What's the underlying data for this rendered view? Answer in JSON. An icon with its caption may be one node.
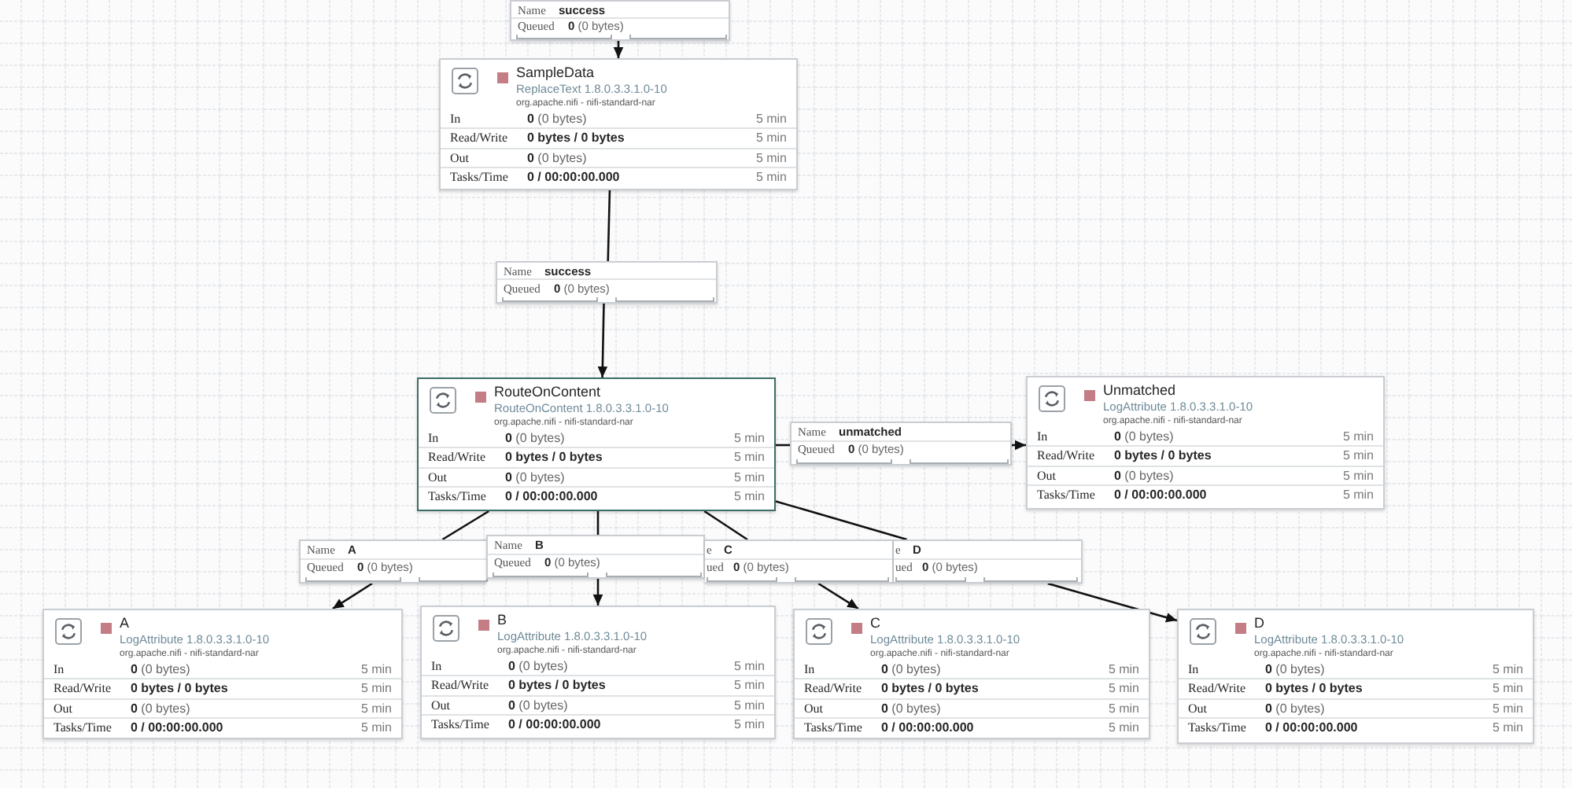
{
  "diagram": {
    "nodes": [
      {
        "text": [
          "Name",
          "success",
          "Queued",
          "**0** (0 bytes)"
        ]
      },
      {
        "text": [
          "SampleData",
          "ReplaceText 1.8.0.3.3.1.0-10",
          "org.apache.nifi - nifi-standard-nar",
          "In",
          "**0** (0 bytes)",
          "5 min",
          "Read/Write",
          "0 bytes / 0 bytes",
          "5 min",
          "Out",
          "**0** (0 bytes)",
          "5 min",
          "Tasks/Time",
          "0 / 00:00:00.000",
          "5 min"
        ]
      },
      {
        "text": [
          "Name",
          "success",
          "Queued",
          "**0** (0 bytes)"
        ]
      },
      {
        "text": [
          "RouteOnContent",
          "RouteOnContent 1.8.0.3.3.1.0-10",
          "org.apache.nifi - nifi-standard-nar",
          "In",
          "**0** (0 bytes)",
          "5 min",
          "Read/Write",
          "0 bytes / 0 bytes",
          "5 min",
          "Out",
          "**0** (0 bytes)",
          "5 min",
          "Tasks/Time",
          "0 / 00:00:00.000",
          "5 min"
        ]
      },
      {
        "text": [
          "Name",
          "unmatched",
          "Queued",
          "**0** (0 bytes)"
        ]
      },
      {
        "text": [
          "Unmatched",
          "LogAttribute 1.8.0.3.3.1.0-10",
          "org.apache.nifi - nifi-standard-nar",
          "In",
          "**0** (0 bytes)",
          "5 min",
          "Read/Write",
          "0 bytes / 0 bytes",
          "5 min",
          "Out",
          "**0** (0 bytes)",
          "5 min",
          "Tasks/Time",
          "0 / 00:00:00.000",
          "5 min"
        ]
      },
      {
        "text": [
          "Name",
          "A",
          "Queued",
          "**0** (0 bytes)"
        ]
      },
      {
        "text": [
          "Name",
          "B",
          "Queued",
          "**0** (0 bytes)"
        ]
      },
      {
        "text": [
          "e",
          "C",
          "ued",
          "**0** (0 bytes)"
        ]
      },
      {
        "text": [
          "e",
          "D",
          "ued",
          "**0** (0 bytes)"
        ]
      },
      {
        "text": [
          "A",
          "LogAttribute 1.8.0.3.3.1.0-10",
          "org.apache.nifi - nifi-standard-nar",
          "In",
          "**0** (0 bytes)",
          "5 min",
          "Read/Write",
          "0 bytes / 0 bytes",
          "5 min",
          "Out",
          "**0** (0 bytes)",
          "5 min",
          "Tasks/Time",
          "0 / 00:00:00.000",
          "5 min"
        ]
      },
      {
        "text": [
          "B",
          "LogAttribute 1.8.0.3.3.1.0-10",
          "org.apache.nifi - nifi-standard-nar",
          "In",
          "**0** (0 bytes)",
          "5 min",
          "Read/Write",
          "0 bytes / 0 bytes",
          "5 min",
          "Out",
          "**0** (0 bytes)",
          "5 min",
          "Tasks/Time",
          "0 / 00:00:00.000",
          "5 min"
        ]
      },
      {
        "text": [
          "C",
          "LogAttribute 1.8.0.3.3.1.0-10",
          "org.apache.nifi - nifi-standard-nar",
          "In",
          "**0** (0 bytes)",
          "5 min",
          "Read/Write",
          "0 bytes / 0 bytes",
          "5 min",
          "Out",
          "**0** (0 bytes)",
          "5 min",
          "Tasks/Time",
          "0 / 00:00:00.000",
          "5 min"
        ]
      },
      {
        "text": [
          "D",
          "LogAttribute 1.8.0.3.3.1.0-10",
          "org.apache.nifi - nifi-standard-nar",
          "In",
          "**0** (0 bytes)",
          "5 min",
          "Read/Write",
          "0 bytes / 0 bytes",
          "5 min",
          "Out",
          "**0** (0 bytes)",
          "5 min",
          "Tasks/Time",
          "0 / 00:00:00.000",
          "5 min"
        ]
      }
    ],
    "edges": [
      {
        "from": 0,
        "to": 1,
        "arrow": "to"
      },
      {
        "from": 1,
        "to": 2,
        "arrow": "none"
      },
      {
        "from": 2,
        "to": 3,
        "arrow": "to"
      },
      {
        "from": 3,
        "to": 4,
        "arrow": "none"
      },
      {
        "from": 4,
        "to": 5,
        "arrow": "to"
      },
      {
        "from": 3,
        "to": 6,
        "arrow": "none"
      },
      {
        "from": 6,
        "to": 10,
        "arrow": "to"
      },
      {
        "from": 3,
        "to": 7,
        "arrow": "none"
      },
      {
        "from": 7,
        "to": 11,
        "arrow": "to"
      },
      {
        "from": 3,
        "to": 8,
        "arrow": "none"
      },
      {
        "from": 8,
        "to": 12,
        "arrow": "to"
      },
      {
        "from": 3,
        "to": 9,
        "arrow": "none"
      },
      {
        "from": 9,
        "to": 13,
        "arrow": "to"
      }
    ]
  }
}
